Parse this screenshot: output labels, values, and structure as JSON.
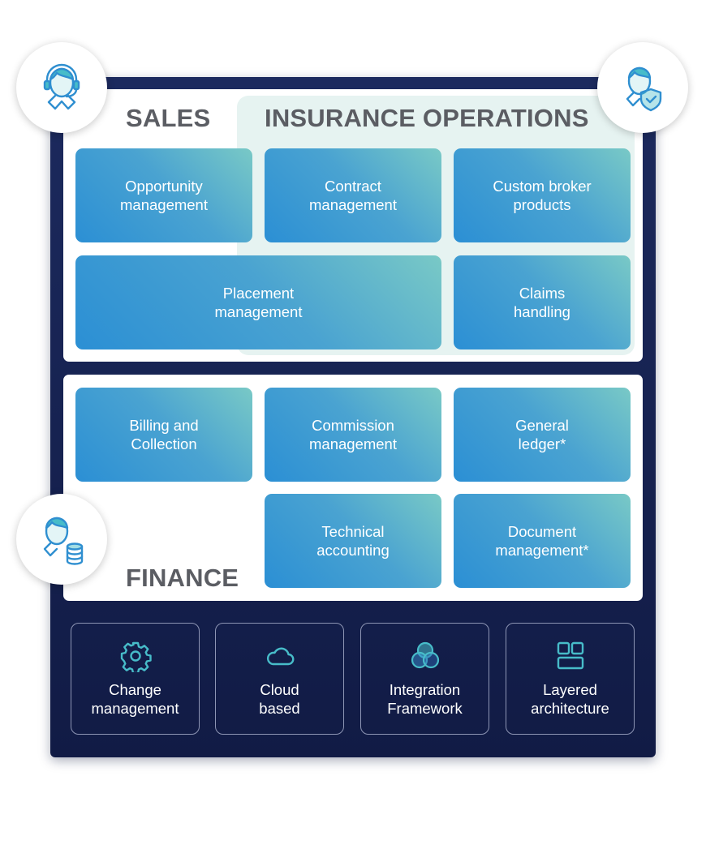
{
  "sections": {
    "sales": "SALES",
    "insurance_operations": "INSURANCE OPERATIONS",
    "finance": "FINANCE"
  },
  "top_tiles": [
    {
      "line1": "Opportunity",
      "line2": "management"
    },
    {
      "line1": "Contract",
      "line2": "management"
    },
    {
      "line1": "Custom broker",
      "line2": "products"
    },
    {
      "line1": "Placement",
      "line2": "management"
    },
    {
      "line1": "Claims",
      "line2": "handling"
    }
  ],
  "finance_tiles": [
    {
      "line1": "Billing and",
      "line2": "Collection"
    },
    {
      "line1": "Commission",
      "line2": "management"
    },
    {
      "line1": "General",
      "line2": "ledger*"
    },
    {
      "line1": "Technical",
      "line2": "accounting"
    },
    {
      "line1": "Document",
      "line2": "management*"
    }
  ],
  "features": [
    {
      "icon": "gear-icon",
      "line1": "Change",
      "line2": "management"
    },
    {
      "icon": "cloud-icon",
      "line1": "Cloud",
      "line2": "based"
    },
    {
      "icon": "circles-icon",
      "line1": "Integration",
      "line2": "Framework"
    },
    {
      "icon": "layout-icon",
      "line1": "Layered",
      "line2": "architecture"
    }
  ],
  "badges": [
    {
      "icon": "headset-agent-icon"
    },
    {
      "icon": "shield-user-icon"
    },
    {
      "icon": "coins-user-icon"
    }
  ],
  "colors": {
    "frame": "#1a275a",
    "tile_start": "#79c9c6",
    "tile_end": "#2b8fd4",
    "title": "#5b5d63",
    "icon_teal": "#47bcc9",
    "ops_tint": "#e6f3f1"
  }
}
